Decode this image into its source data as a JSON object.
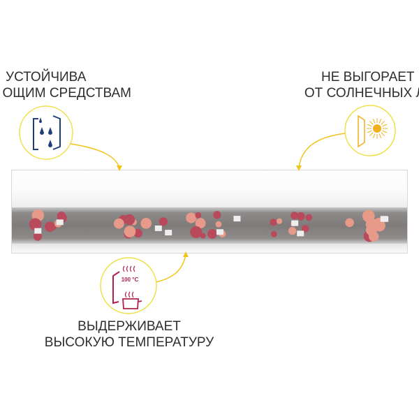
{
  "features": {
    "cleaning": {
      "line1": "УСТОЙЧИВА",
      "line2": "ОЩИМ СРЕДСТВАМ",
      "icon": "water-drops-panel-icon",
      "color": "#1f3f7a"
    },
    "sun": {
      "line1": "НЕ ВЫГОРАЕТ",
      "line2": "ОТ СОЛНЕЧНЫХ ЛУ",
      "icon": "sun-panel-icon",
      "color": "#f2b01e"
    },
    "heat": {
      "line1": "ВЫДЕРЖИВАЕТ",
      "line2": "ВЫСОКУЮ ТЕМПЕРАТУРУ",
      "icon": "hot-pot-panel-icon",
      "temp_label": "100 °C",
      "color": "#b0204a"
    }
  },
  "accent": "#f0d23a"
}
